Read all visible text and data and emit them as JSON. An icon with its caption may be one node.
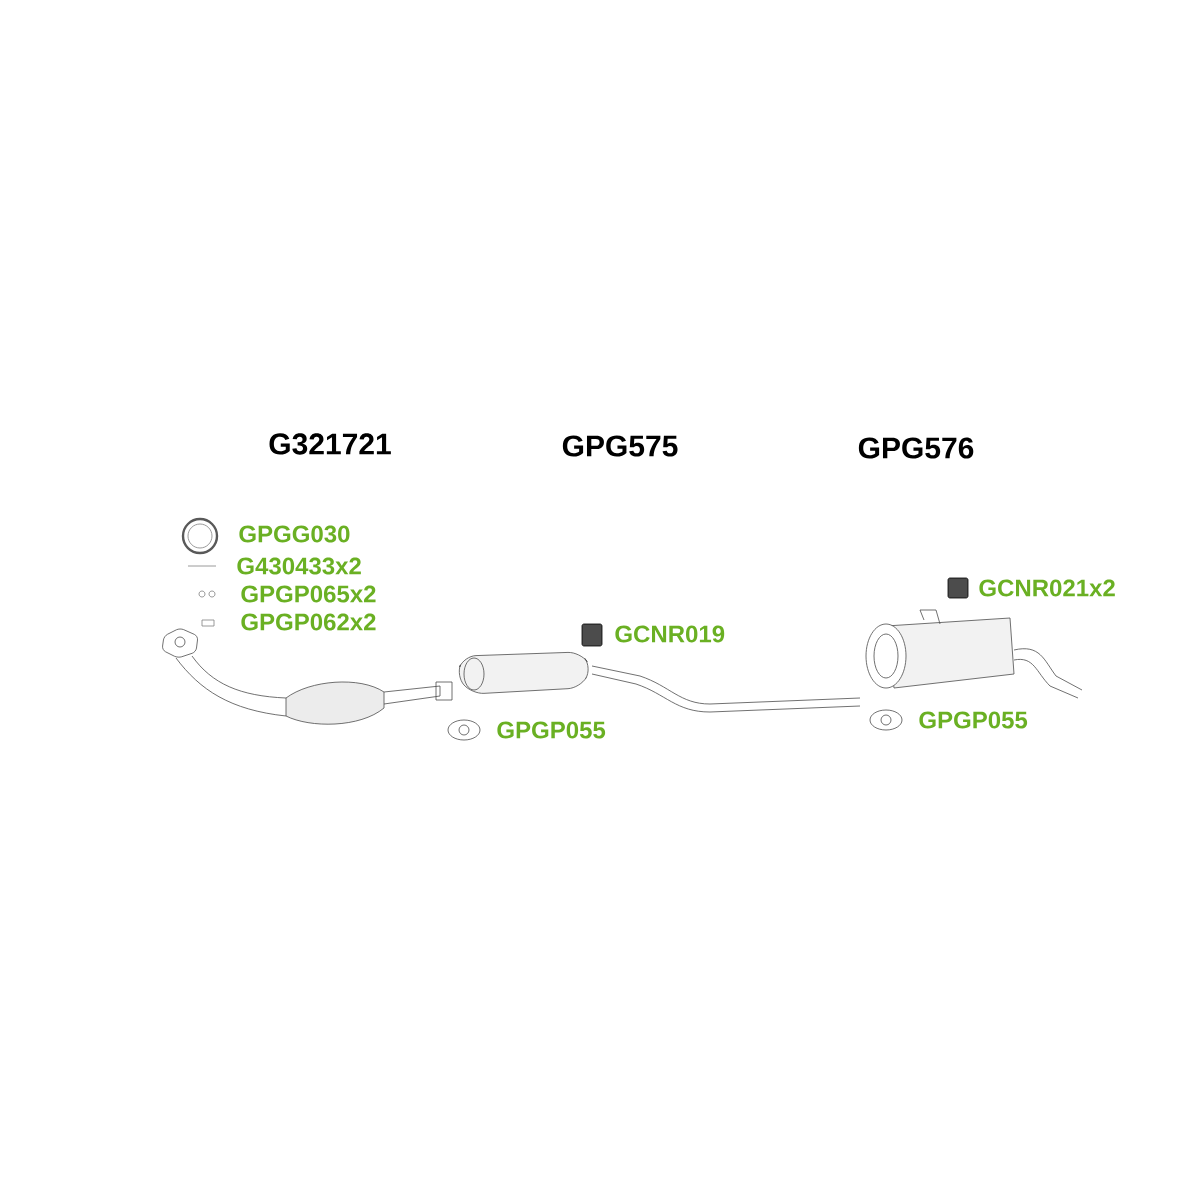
{
  "diagram": {
    "labels": [
      "G321721",
      "GPG575",
      "GPG576",
      "GPGG030",
      "G430433x2",
      "GPGP065x2",
      "GPGP062x2",
      "GCNR021x2",
      "GCNR019",
      "GPGP055",
      "GPGP055"
    ]
  }
}
